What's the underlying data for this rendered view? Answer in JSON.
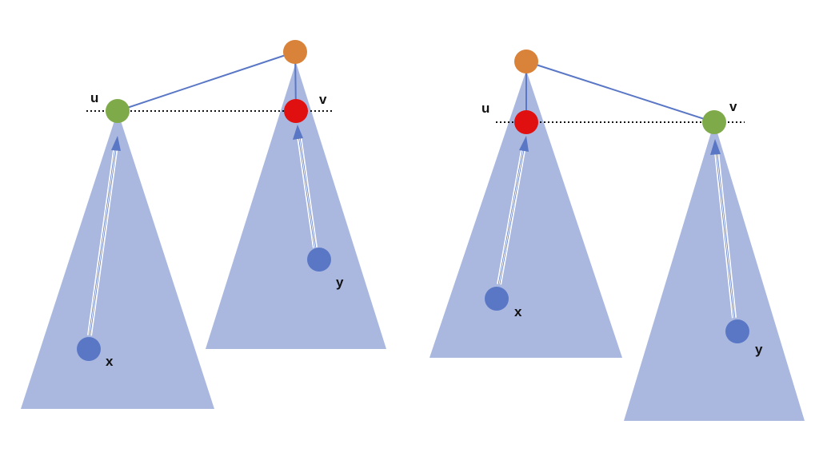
{
  "colors": {
    "triangle": "#aab8e0",
    "edge": "#5a77c6",
    "arrow": "#5a77c6",
    "node_blue": "#5a77c6",
    "node_green": "#7faa4a",
    "node_red": "#e01010",
    "node_orange": "#d9823a",
    "dotted_line": "#111111"
  },
  "left_panel": {
    "label_u": "u",
    "label_v": "v",
    "label_x": "x",
    "label_y": "y"
  },
  "right_panel": {
    "label_u": "u",
    "label_v": "v",
    "label_x": "x",
    "label_y": "y"
  }
}
